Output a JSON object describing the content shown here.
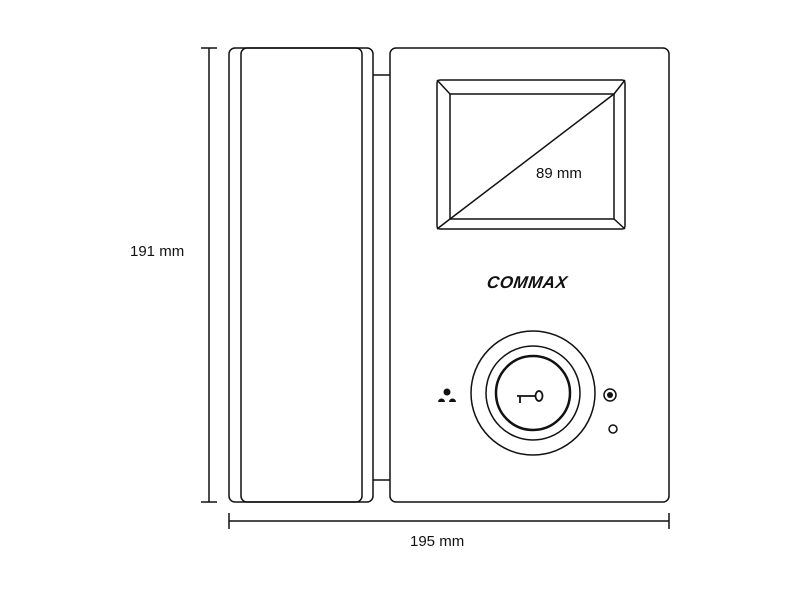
{
  "dimensions": {
    "height_label": "191 mm",
    "width_label": "195 mm",
    "screen_diagonal_label": "89 mm"
  },
  "device": {
    "brand": "COMMAX",
    "icons": [
      "users-icon",
      "key-icon",
      "record-indicator-icon",
      "led-icon"
    ]
  },
  "colors": {
    "line": "#111111",
    "background": "#ffffff"
  }
}
